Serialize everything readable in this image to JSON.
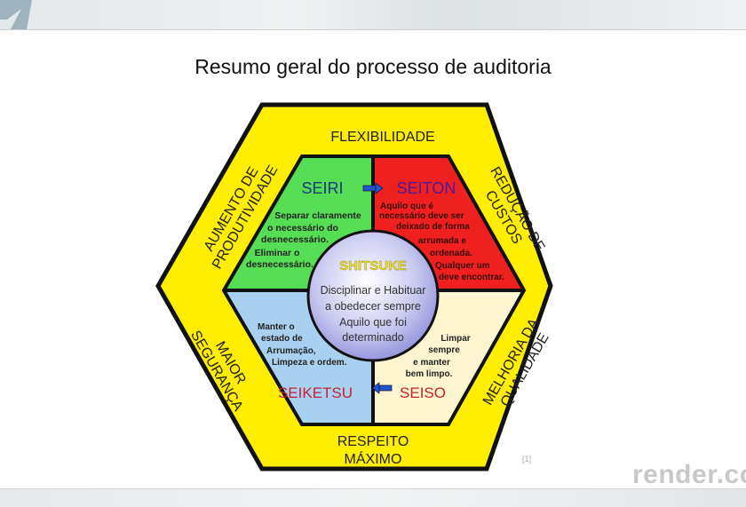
{
  "slide": {
    "title": "Resumo geral do processo de auditoria",
    "reference": "[1]",
    "brand_watermark": "render.co"
  },
  "diagram": {
    "outer_labels": {
      "top": "FLEXIBILIDADE",
      "top_left": [
        "AUMENTO DE",
        "PRODUTIVIDADE"
      ],
      "top_right": [
        "REDUÇÃO DE",
        "CUSTOS"
      ],
      "bottom_left": [
        "MAIOR",
        "SEGURANÇA"
      ],
      "bottom_right": [
        "MELHORIA DA",
        "QUALIDADE"
      ],
      "bottom": [
        "RESPEITO",
        "MÁXIMO"
      ]
    },
    "quadrants": {
      "seiri": {
        "title": "SEIRI",
        "text": [
          "Separar claramente",
          "o necessário do",
          "desnecessário.",
          "Eliminar o",
          "desnecessário."
        ],
        "color": "#55dd55"
      },
      "seiton": {
        "title": "SEITON",
        "text": [
          "Aquilo que é",
          "necessário deve ser",
          "deixado de forma",
          "arrumada e",
          "ordenada.",
          "Qualquer um",
          "deve encontrar."
        ],
        "color": "#ee2020"
      },
      "seiketsu": {
        "title": "SEIKETSU",
        "text": [
          "Manter o",
          "estado de",
          "Arrumação,",
          "Limpeza e ordem."
        ],
        "color": "#a8d0f0"
      },
      "seiso": {
        "title": "SEISO",
        "text": [
          "Limpar",
          "sempre",
          "e manter",
          "bem limpo."
        ],
        "color": "#fdf5cf"
      }
    },
    "center": {
      "title": "SHITSUKE",
      "text": [
        "Disciplinar e Habituar",
        "a obedecer sempre",
        "Aquilo que foi",
        "determinado"
      ]
    },
    "frame_color": "#ffee00"
  }
}
